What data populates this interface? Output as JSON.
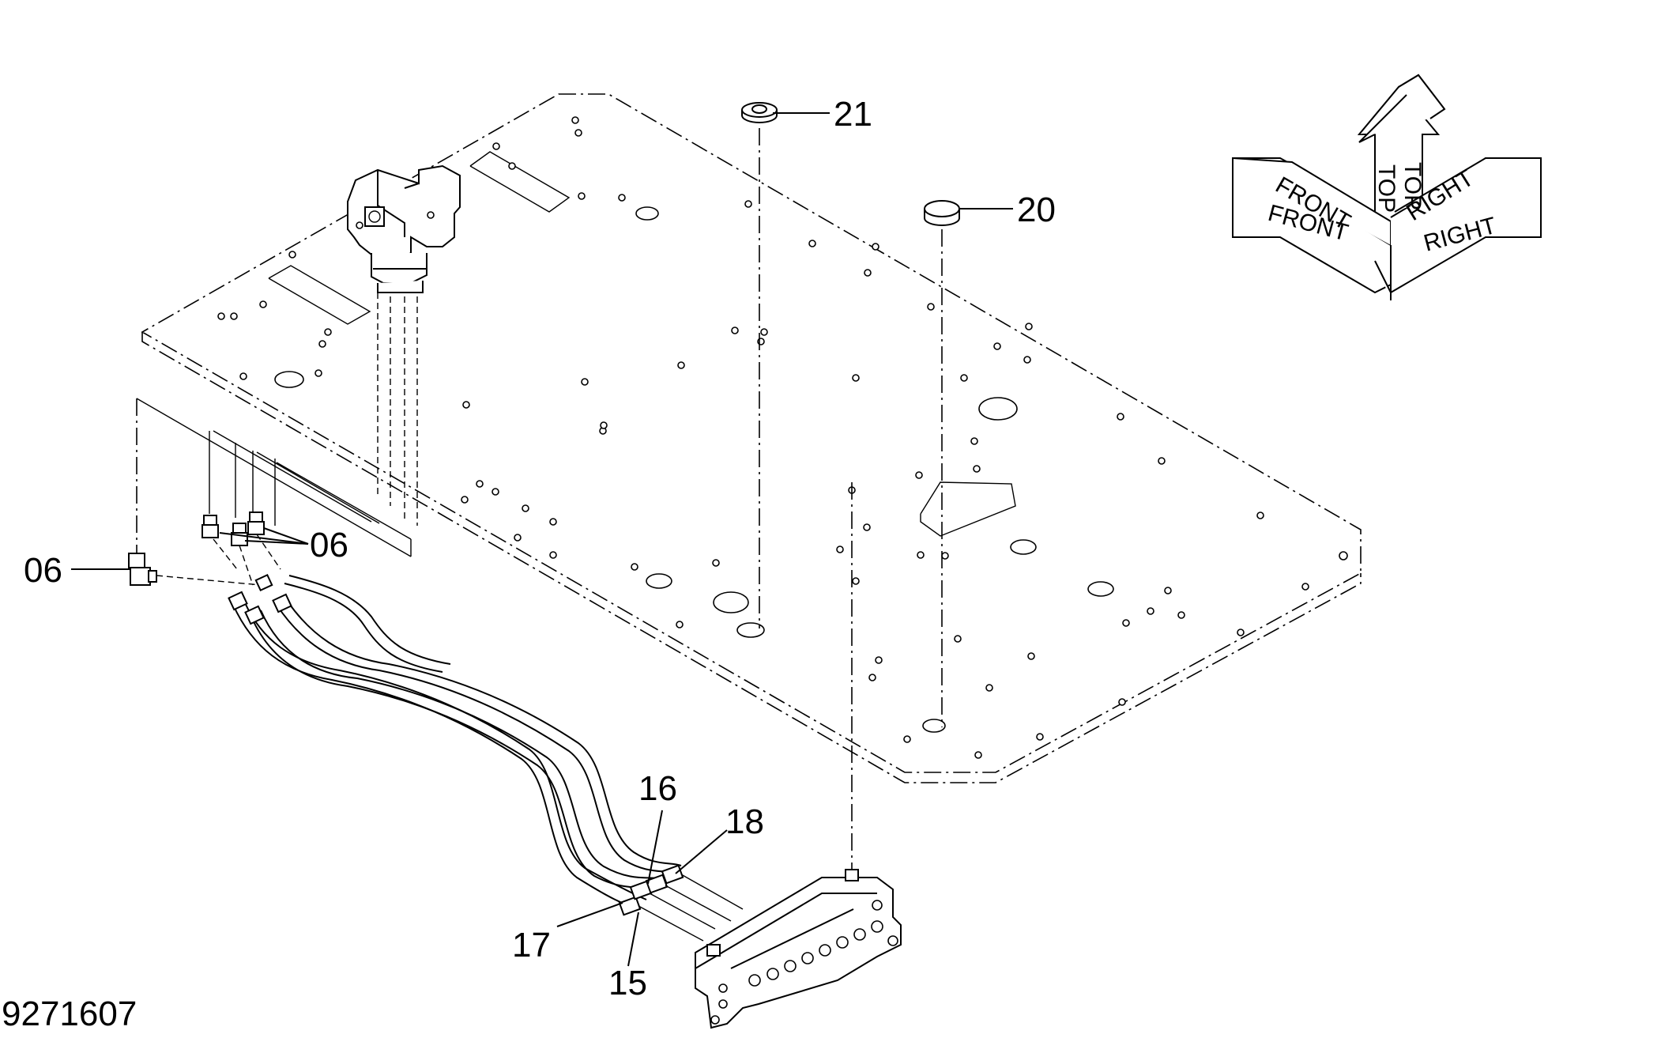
{
  "diagram": {
    "reference_number": "9271607",
    "callouts": [
      {
        "id": "21",
        "label": "21"
      },
      {
        "id": "20",
        "label": "20"
      },
      {
        "id": "06a",
        "label": "06"
      },
      {
        "id": "06b",
        "label": "06"
      },
      {
        "id": "16",
        "label": "16"
      },
      {
        "id": "18",
        "label": "18"
      },
      {
        "id": "17",
        "label": "17"
      },
      {
        "id": "15",
        "label": "15"
      }
    ],
    "orientation": {
      "top": "TOP",
      "front": "FRONT",
      "right": "RIGHT"
    }
  }
}
